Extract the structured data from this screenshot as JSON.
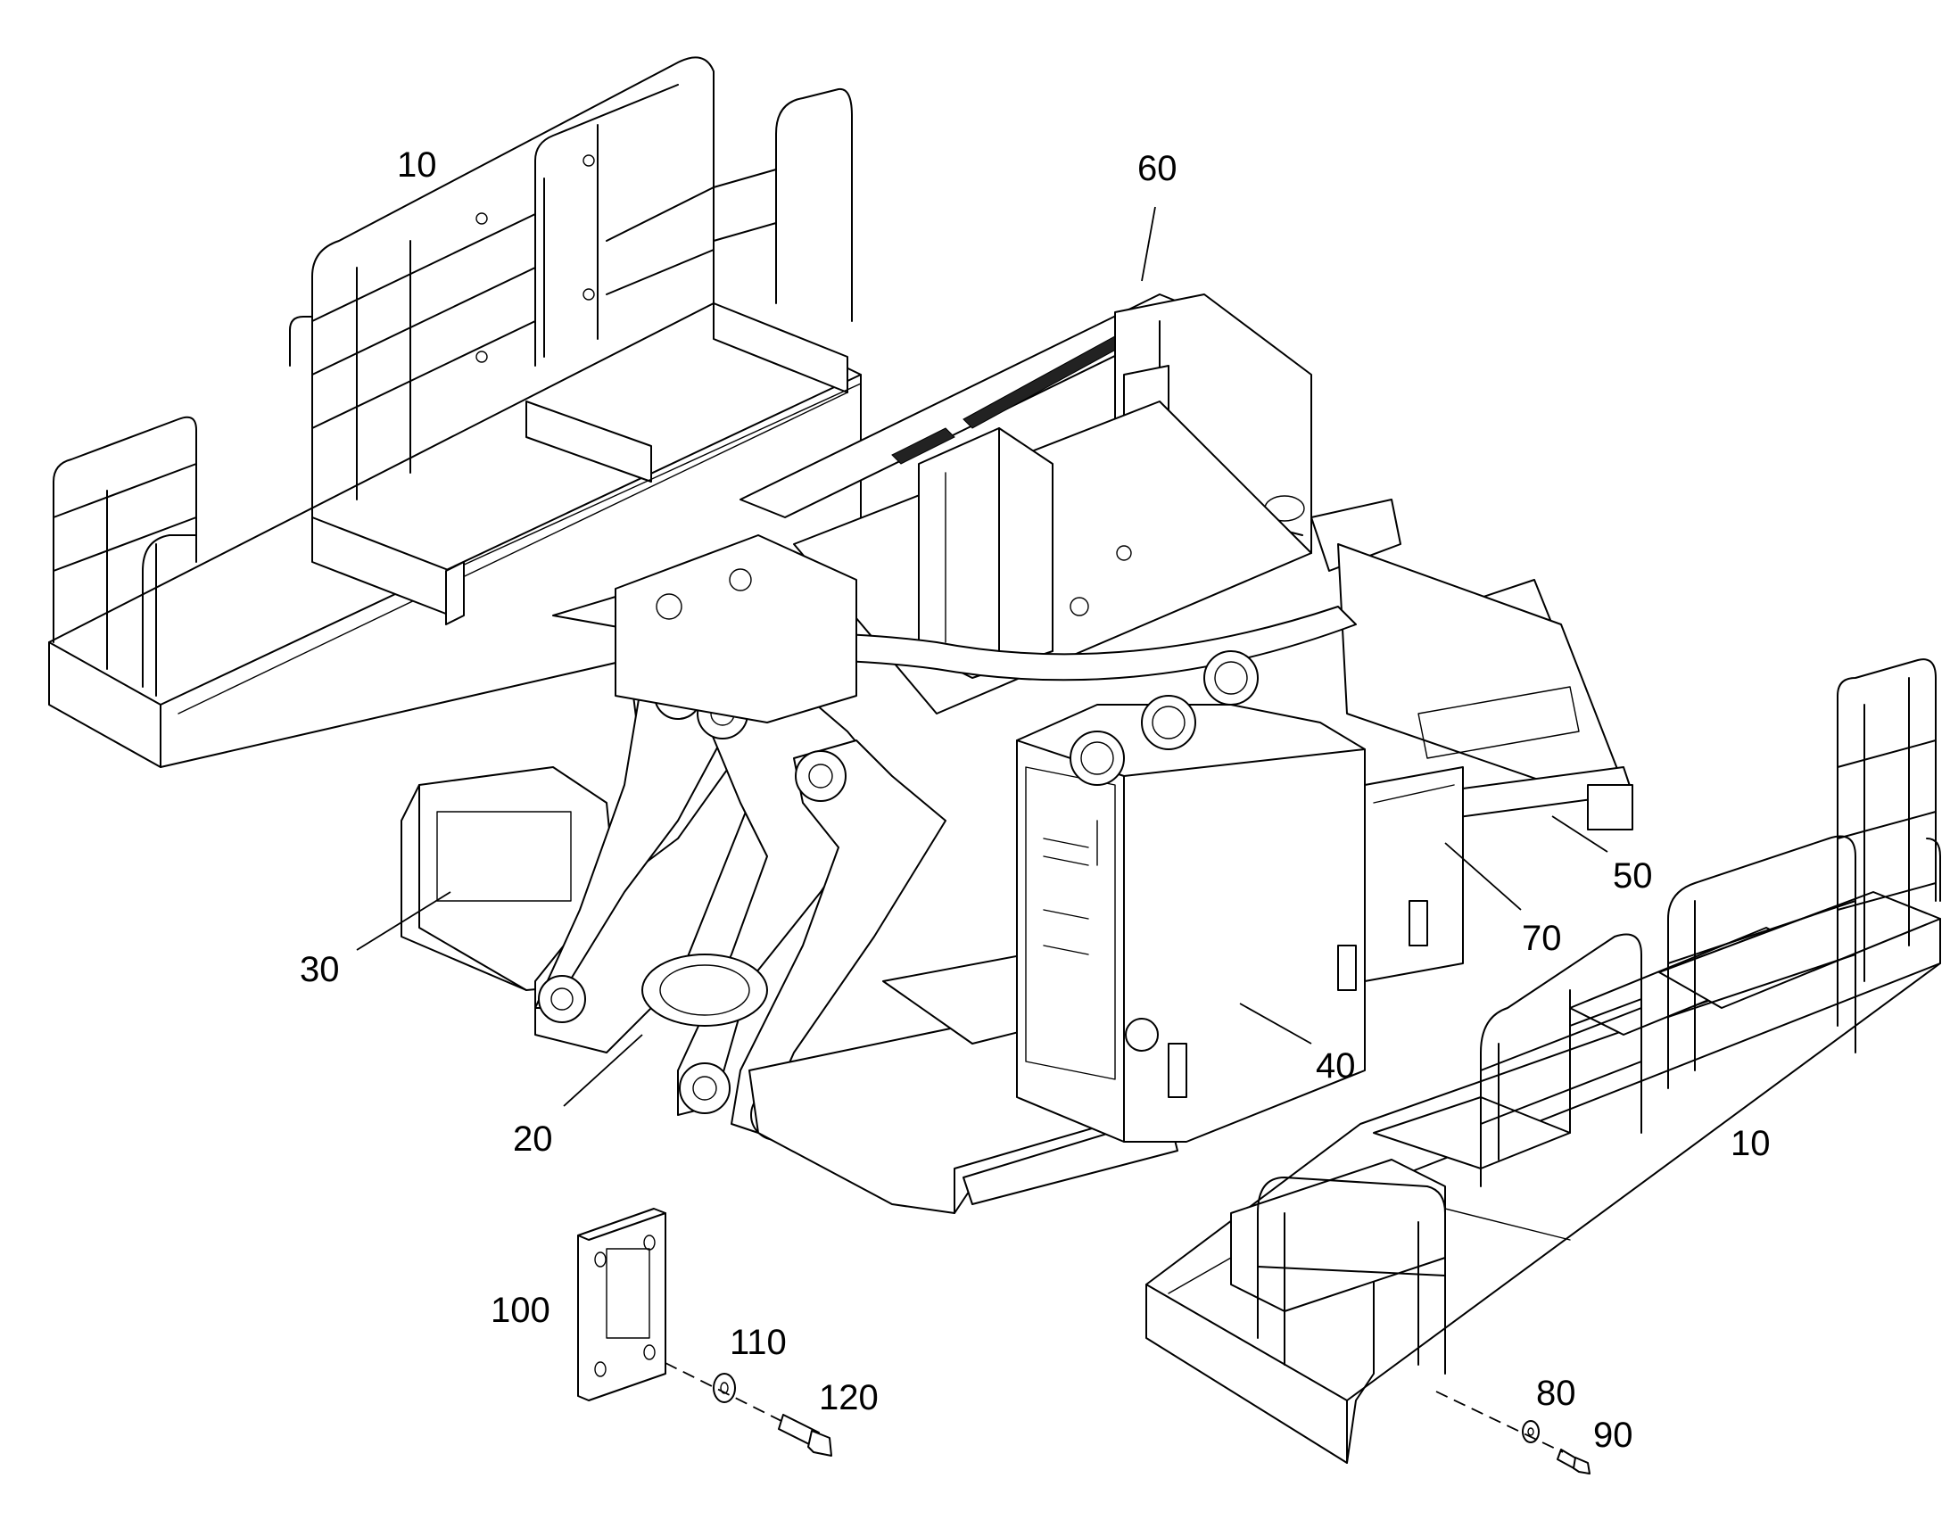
{
  "callouts": {
    "walkway_left": "10",
    "walkway_right": "10",
    "center_section": "20",
    "rear_section": "30",
    "tank": "40",
    "side_frame": "50",
    "upper_frame": "60",
    "cross_frame": "70",
    "washer_small": "80",
    "bolt_small": "90",
    "pad_plate": "100",
    "washer_large": "110",
    "bolt_large": "120"
  },
  "icons": {
    "walkway_left": "walkway-railing-icon",
    "walkway_right": "walkway-railing-icon",
    "main_frame": "excavator-uppercarriage-frame-icon",
    "pad": "mounting-pad-icon",
    "bolt": "hex-bolt-icon",
    "washer": "washer-icon"
  }
}
